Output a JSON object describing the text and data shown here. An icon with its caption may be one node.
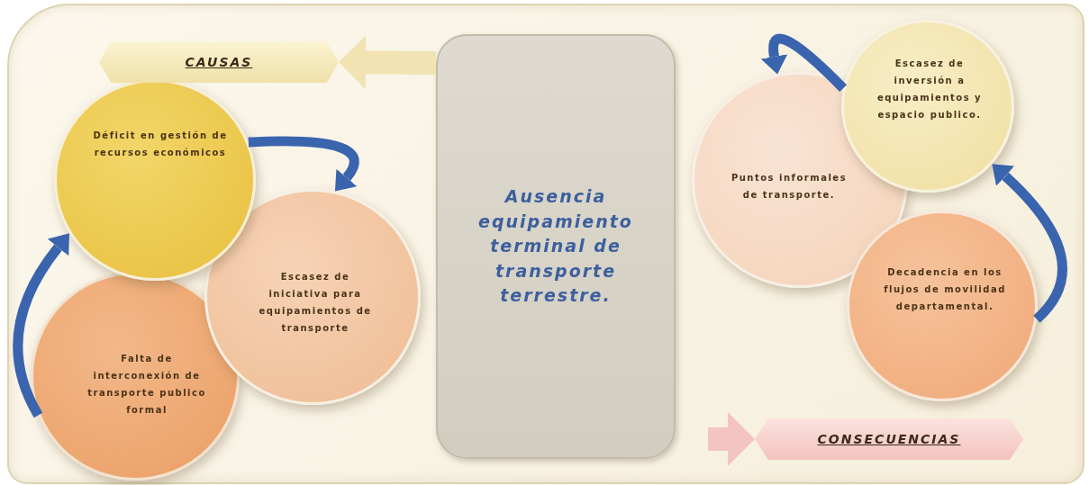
{
  "diagram": {
    "nodes": [
      {
        "text": [
          "CAUSAS"
        ]
      },
      {
        "text": [
          "Ausencia equipamiento terminal de transporte terrestre."
        ]
      },
      {
        "text": [
          "Déficit en gestión de recursos económicos"
        ]
      },
      {
        "text": [
          "Escasez de iniciativa para equipamientos de transporte"
        ]
      },
      {
        "text": [
          "Falta de interconexión de transporte publico formal"
        ]
      },
      {
        "text": [
          "Escasez de inversión a equipamientos y espacio publico."
        ]
      },
      {
        "text": [
          "Puntos informales de transporte."
        ]
      },
      {
        "text": [
          "Decadencia en los flujos de movilidad departamental."
        ]
      },
      {
        "text": [
          "CONSECUENCIAS"
        ]
      }
    ],
    "edges": [
      {
        "from": 1,
        "to": 0,
        "arrow": "to",
        "style": "thick",
        "color": "#f2e3b3"
      },
      {
        "from": null,
        "to": 8,
        "arrow": "to",
        "style": "thick",
        "color": "#f3c4c0"
      },
      {
        "from": 2,
        "to": 3,
        "arrow": "to"
      },
      {
        "from": 4,
        "to": 2,
        "arrow": "to"
      },
      {
        "from": 5,
        "to": 6,
        "arrow": "to"
      },
      {
        "from": 7,
        "to": 5,
        "arrow": "to"
      }
    ]
  }
}
